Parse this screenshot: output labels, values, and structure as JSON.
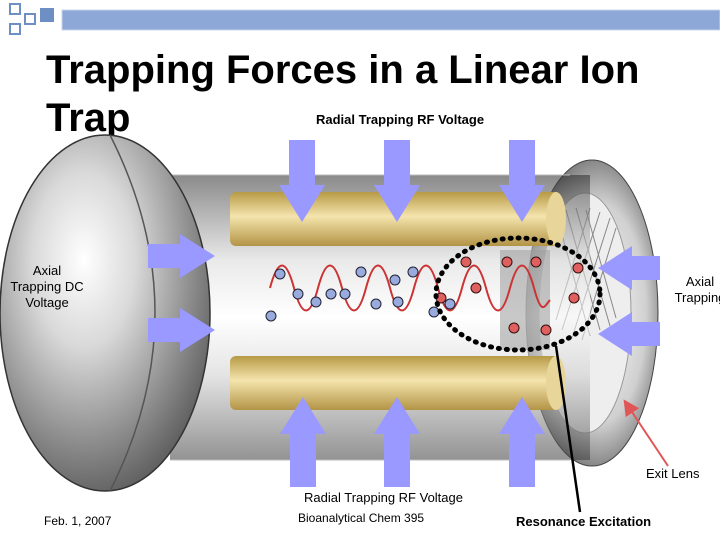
{
  "slide": {
    "title": "Trapping Forces in a Linear Ion Trap",
    "footer_date": "Feb. 1, 2007",
    "footer_course": "Bioanalytical Chem 395"
  },
  "diagram": {
    "rf_label_top": "Radial  Trapping RF Voltage",
    "rf_label_bottom": "Radial  Trapping RF Voltage",
    "axial_left": "Axial Trapping DC Voltage",
    "axial_right": "Axial Trapping",
    "exit_lens_label": "Exit Lens",
    "resonance_label": "Resonance Excitation",
    "colors": {
      "arrow": "#9999ff",
      "rod": "#e6d08a",
      "wave": "#cc3333",
      "ion_blue": "#99aadd",
      "ion_red": "#e06060",
      "pointer_red": "#e05555"
    }
  }
}
